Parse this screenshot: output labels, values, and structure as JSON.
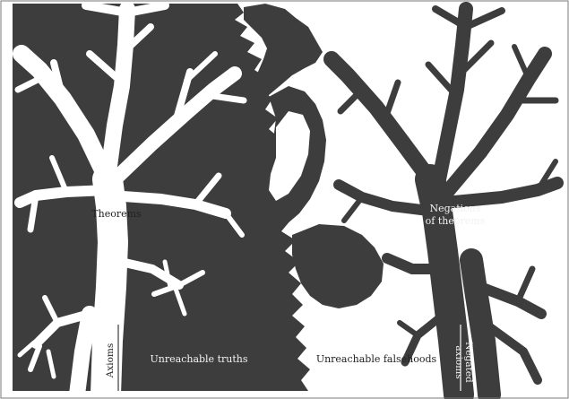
{
  "figure": {
    "labels": {
      "theorems": "Theorems",
      "negations_line1": "Negations",
      "negations_line2": "of theorems",
      "axioms": "Axioms",
      "negated_axioms_line1": "Negated",
      "negated_axioms_line2": "axioms",
      "unreachable_truths": "Unreachable truths",
      "unreachable_falsehoods": "Unreachable falsehoods"
    },
    "colors": {
      "ink": "#3d3d3d",
      "paper": "#ffffff",
      "label_on_dark": "#f2f2f2",
      "label_on_light": "#222222"
    }
  }
}
